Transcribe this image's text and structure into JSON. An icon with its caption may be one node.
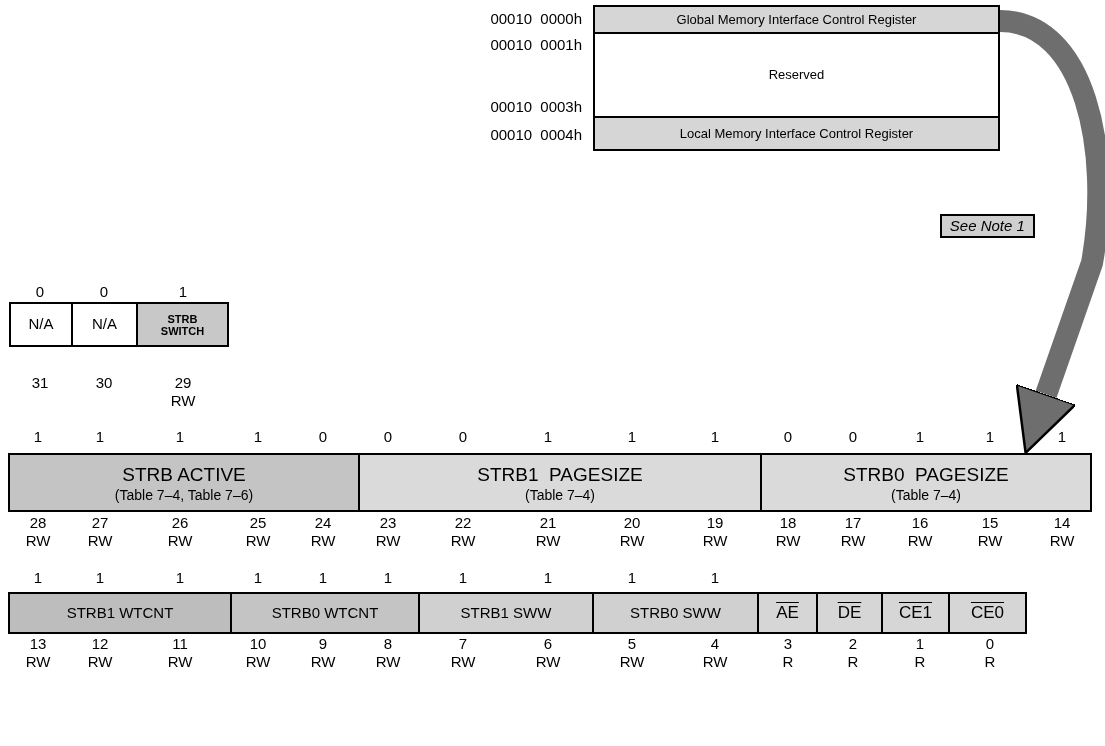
{
  "diagram": {
    "nodes": [
      {
        "text": [
          "Global Memory Interface Control Register"
        ],
        "beside": [
          "00010 0000h"
        ]
      },
      {
        "text": [
          "Reserved"
        ],
        "beside": [
          "00010 0001h",
          "00010 0003h"
        ]
      },
      {
        "text": [
          "Local Memory Interface Control Register"
        ],
        "beside": [
          "00010 0004h"
        ]
      },
      {
        "text": [
          "N/A"
        ]
      },
      {
        "text": [
          "N/A"
        ]
      },
      {
        "text": [
          "STRB SWITCH"
        ]
      },
      {
        "text": [
          "STRB ACTIVE",
          "(Table 7–4, Table 7–6)"
        ]
      },
      {
        "text": [
          "STRB1  PAGESIZE",
          "(Table 7–4)"
        ]
      },
      {
        "text": [
          "STRB0  PAGESIZE",
          "(Table 7–4)"
        ]
      },
      {
        "text": [
          "STRB1 WTCNT"
        ]
      },
      {
        "text": [
          "STRB0 WTCNT"
        ]
      },
      {
        "text": [
          "STRB1 SWW"
        ]
      },
      {
        "text": [
          "STRB0 SWW"
        ]
      },
      {
        "text": [
          "AE"
        ]
      },
      {
        "text": [
          "DE"
        ]
      },
      {
        "text": [
          "CE1"
        ]
      },
      {
        "text": [
          "CE0"
        ]
      }
    ],
    "edges": [
      {
        "from": 0,
        "to": 8,
        "arrow": "to",
        "label": "See Note 1"
      }
    ],
    "labels": [
      "0",
      "0",
      "1",
      "31",
      "30",
      "29",
      "RW",
      "1",
      "1",
      "1",
      "1",
      "0",
      "0",
      "0",
      "1",
      "1",
      "1",
      "0",
      "0",
      "1",
      "1",
      "1",
      "28",
      "27",
      "26",
      "25",
      "24",
      "23",
      "22",
      "21",
      "20",
      "19",
      "18",
      "17",
      "16",
      "15",
      "14",
      "RW",
      "RW",
      "RW",
      "RW",
      "RW",
      "RW",
      "RW",
      "RW",
      "RW",
      "RW",
      "RW",
      "RW",
      "RW",
      "RW",
      "RW",
      "1",
      "1",
      "1",
      "1",
      "1",
      "1",
      "1",
      "1",
      "1",
      "1",
      "13",
      "12",
      "11",
      "10",
      "9",
      "8",
      "7",
      "6",
      "5",
      "4",
      "3",
      "2",
      "1",
      "0",
      "RW",
      "RW",
      "RW",
      "RW",
      "RW",
      "RW",
      "RW",
      "RW",
      "RW",
      "RW",
      "R",
      "R",
      "R",
      "R"
    ]
  }
}
